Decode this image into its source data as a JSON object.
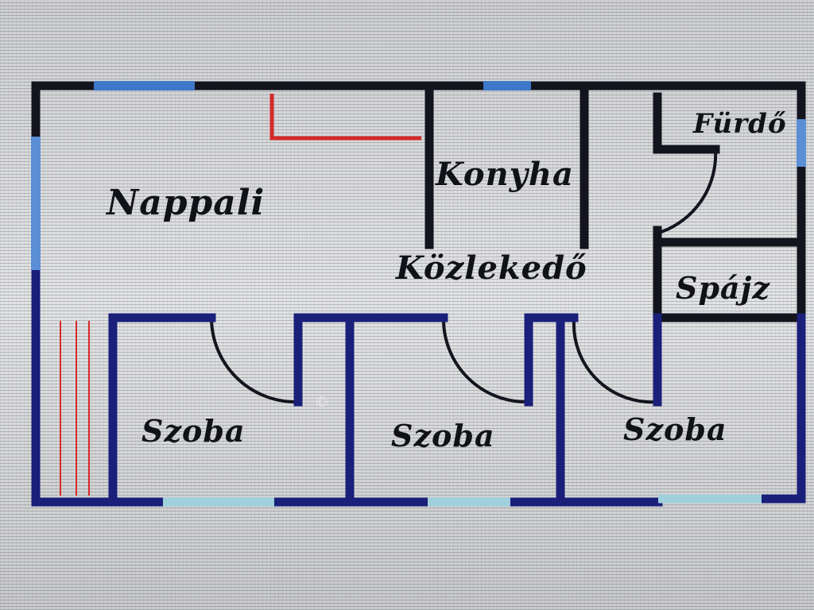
{
  "rooms": {
    "nappali": "Nappali",
    "konyha": "Konyha",
    "furdo": "Fürdő",
    "kozlekedo": "Közlekedő",
    "spajz": "Spájz",
    "szoba_1": "Szoba",
    "szoba_2": "Szoba",
    "szoba_3": "Szoba"
  },
  "watermark": "©",
  "colors": {
    "wall_dark": "#14141e",
    "wall_navy": "#1a1f7a",
    "window_blue": "#3f78c9",
    "window_light": "#9fd0dc",
    "radiator_red": "#d42a2a"
  }
}
